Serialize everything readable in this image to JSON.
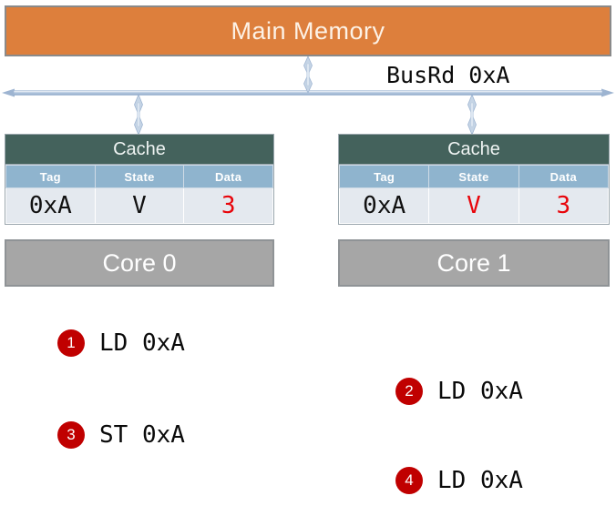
{
  "main_memory": {
    "label": "Main Memory",
    "color": "#DD7F3C"
  },
  "bus": {
    "label": "BusRd 0xA",
    "color": "#9DB4D1"
  },
  "columns": [
    {
      "cache": {
        "title": "Cache",
        "headers": [
          "Tag",
          "State",
          "Data"
        ],
        "row": [
          {
            "text": "0xA",
            "color": "#111111"
          },
          {
            "text": "V",
            "color": "#111111"
          },
          {
            "text": "3",
            "color": "#e8050b"
          }
        ]
      },
      "core": {
        "label": "Core 0",
        "color": "#A6A6A6"
      }
    },
    {
      "cache": {
        "title": "Cache",
        "headers": [
          "Tag",
          "State",
          "Data"
        ],
        "row": [
          {
            "text": "0xA",
            "color": "#111111"
          },
          {
            "text": "V",
            "color": "#e8050b"
          },
          {
            "text": "3",
            "color": "#e8050b"
          }
        ]
      },
      "core": {
        "label": "Core 1",
        "color": "#A6A6A6"
      }
    }
  ],
  "steps": [
    {
      "number": "1",
      "text": "LD 0xA"
    },
    {
      "number": "2",
      "text": "LD 0xA"
    },
    {
      "number": "3",
      "text": "ST 0xA"
    },
    {
      "number": "4",
      "text": "LD 0xA"
    }
  ],
  "badge_color": "#C00000"
}
